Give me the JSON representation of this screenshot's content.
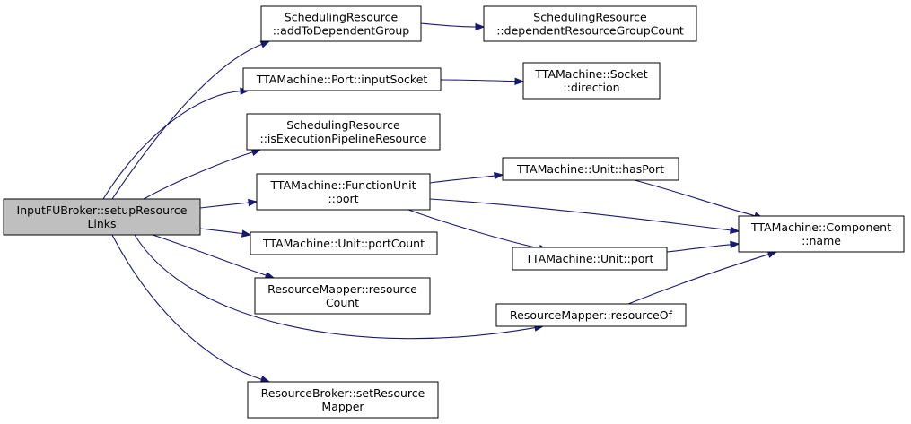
{
  "colors": {
    "edge": "#191970",
    "root_fill": "#bfbfbf",
    "node_fill": "#ffffff",
    "border": "#000000"
  },
  "nodes": [
    {
      "id": "setup",
      "lines": [
        "InputFUBroker::setupResource",
        "Links"
      ],
      "root": true
    },
    {
      "id": "addToDep",
      "lines": [
        "SchedulingResource",
        "::addToDependentGroup"
      ]
    },
    {
      "id": "depCount",
      "lines": [
        "SchedulingResource",
        "::dependentResourceGroupCount"
      ]
    },
    {
      "id": "inputSocket",
      "lines": [
        "TTAMachine::Port::inputSocket"
      ]
    },
    {
      "id": "direction",
      "lines": [
        "TTAMachine::Socket",
        "::direction"
      ]
    },
    {
      "id": "isExec",
      "lines": [
        "SchedulingResource",
        "::isExecutionPipelineResource"
      ]
    },
    {
      "id": "fuPort",
      "lines": [
        "TTAMachine::FunctionUnit",
        "::port"
      ]
    },
    {
      "id": "hasPort",
      "lines": [
        "TTAMachine::Unit::hasPort"
      ]
    },
    {
      "id": "compName",
      "lines": [
        "TTAMachine::Component",
        "::name"
      ]
    },
    {
      "id": "portCount",
      "lines": [
        "TTAMachine::Unit::portCount"
      ]
    },
    {
      "id": "unitPort",
      "lines": [
        "TTAMachine::Unit::port"
      ]
    },
    {
      "id": "resCount",
      "lines": [
        "ResourceMapper::resource",
        "Count"
      ]
    },
    {
      "id": "resOf",
      "lines": [
        "ResourceMapper::resourceOf"
      ]
    },
    {
      "id": "setMapper",
      "lines": [
        "ResourceBroker::setResource",
        "Mapper"
      ]
    }
  ],
  "edges": [
    [
      "setup",
      "addToDep"
    ],
    [
      "addToDep",
      "depCount"
    ],
    [
      "setup",
      "inputSocket"
    ],
    [
      "inputSocket",
      "direction"
    ],
    [
      "setup",
      "isExec"
    ],
    [
      "setup",
      "fuPort"
    ],
    [
      "fuPort",
      "hasPort"
    ],
    [
      "fuPort",
      "compName"
    ],
    [
      "fuPort",
      "unitPort"
    ],
    [
      "hasPort",
      "compName"
    ],
    [
      "unitPort",
      "compName"
    ],
    [
      "setup",
      "portCount"
    ],
    [
      "setup",
      "resCount"
    ],
    [
      "setup",
      "resOf"
    ],
    [
      "resOf",
      "compName"
    ],
    [
      "setup",
      "setMapper"
    ]
  ]
}
